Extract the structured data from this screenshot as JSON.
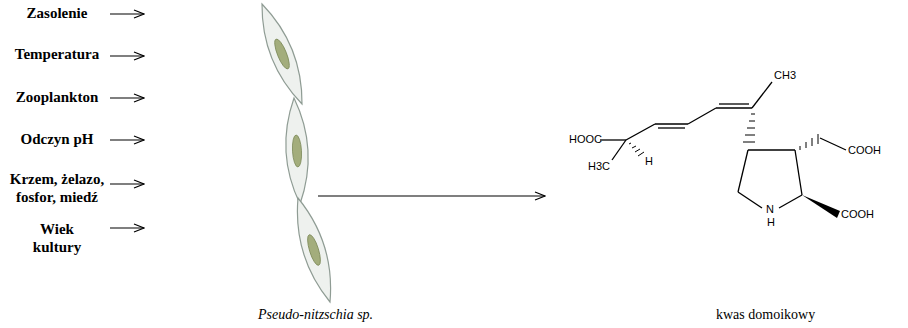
{
  "diagram": {
    "labels": [
      "Zasolenie",
      "Temperatura",
      "Zooplankton",
      "Odczyn pH",
      "Krzem, żelazo, fosfor, miedź",
      "Wiek kultury",
      "Pseudo-nitzschia sp.",
      "kwas domoikowy",
      "HOOC",
      "CH3",
      "H3C",
      "H",
      "COOH",
      "COOH",
      "N",
      "H"
    ]
  }
}
